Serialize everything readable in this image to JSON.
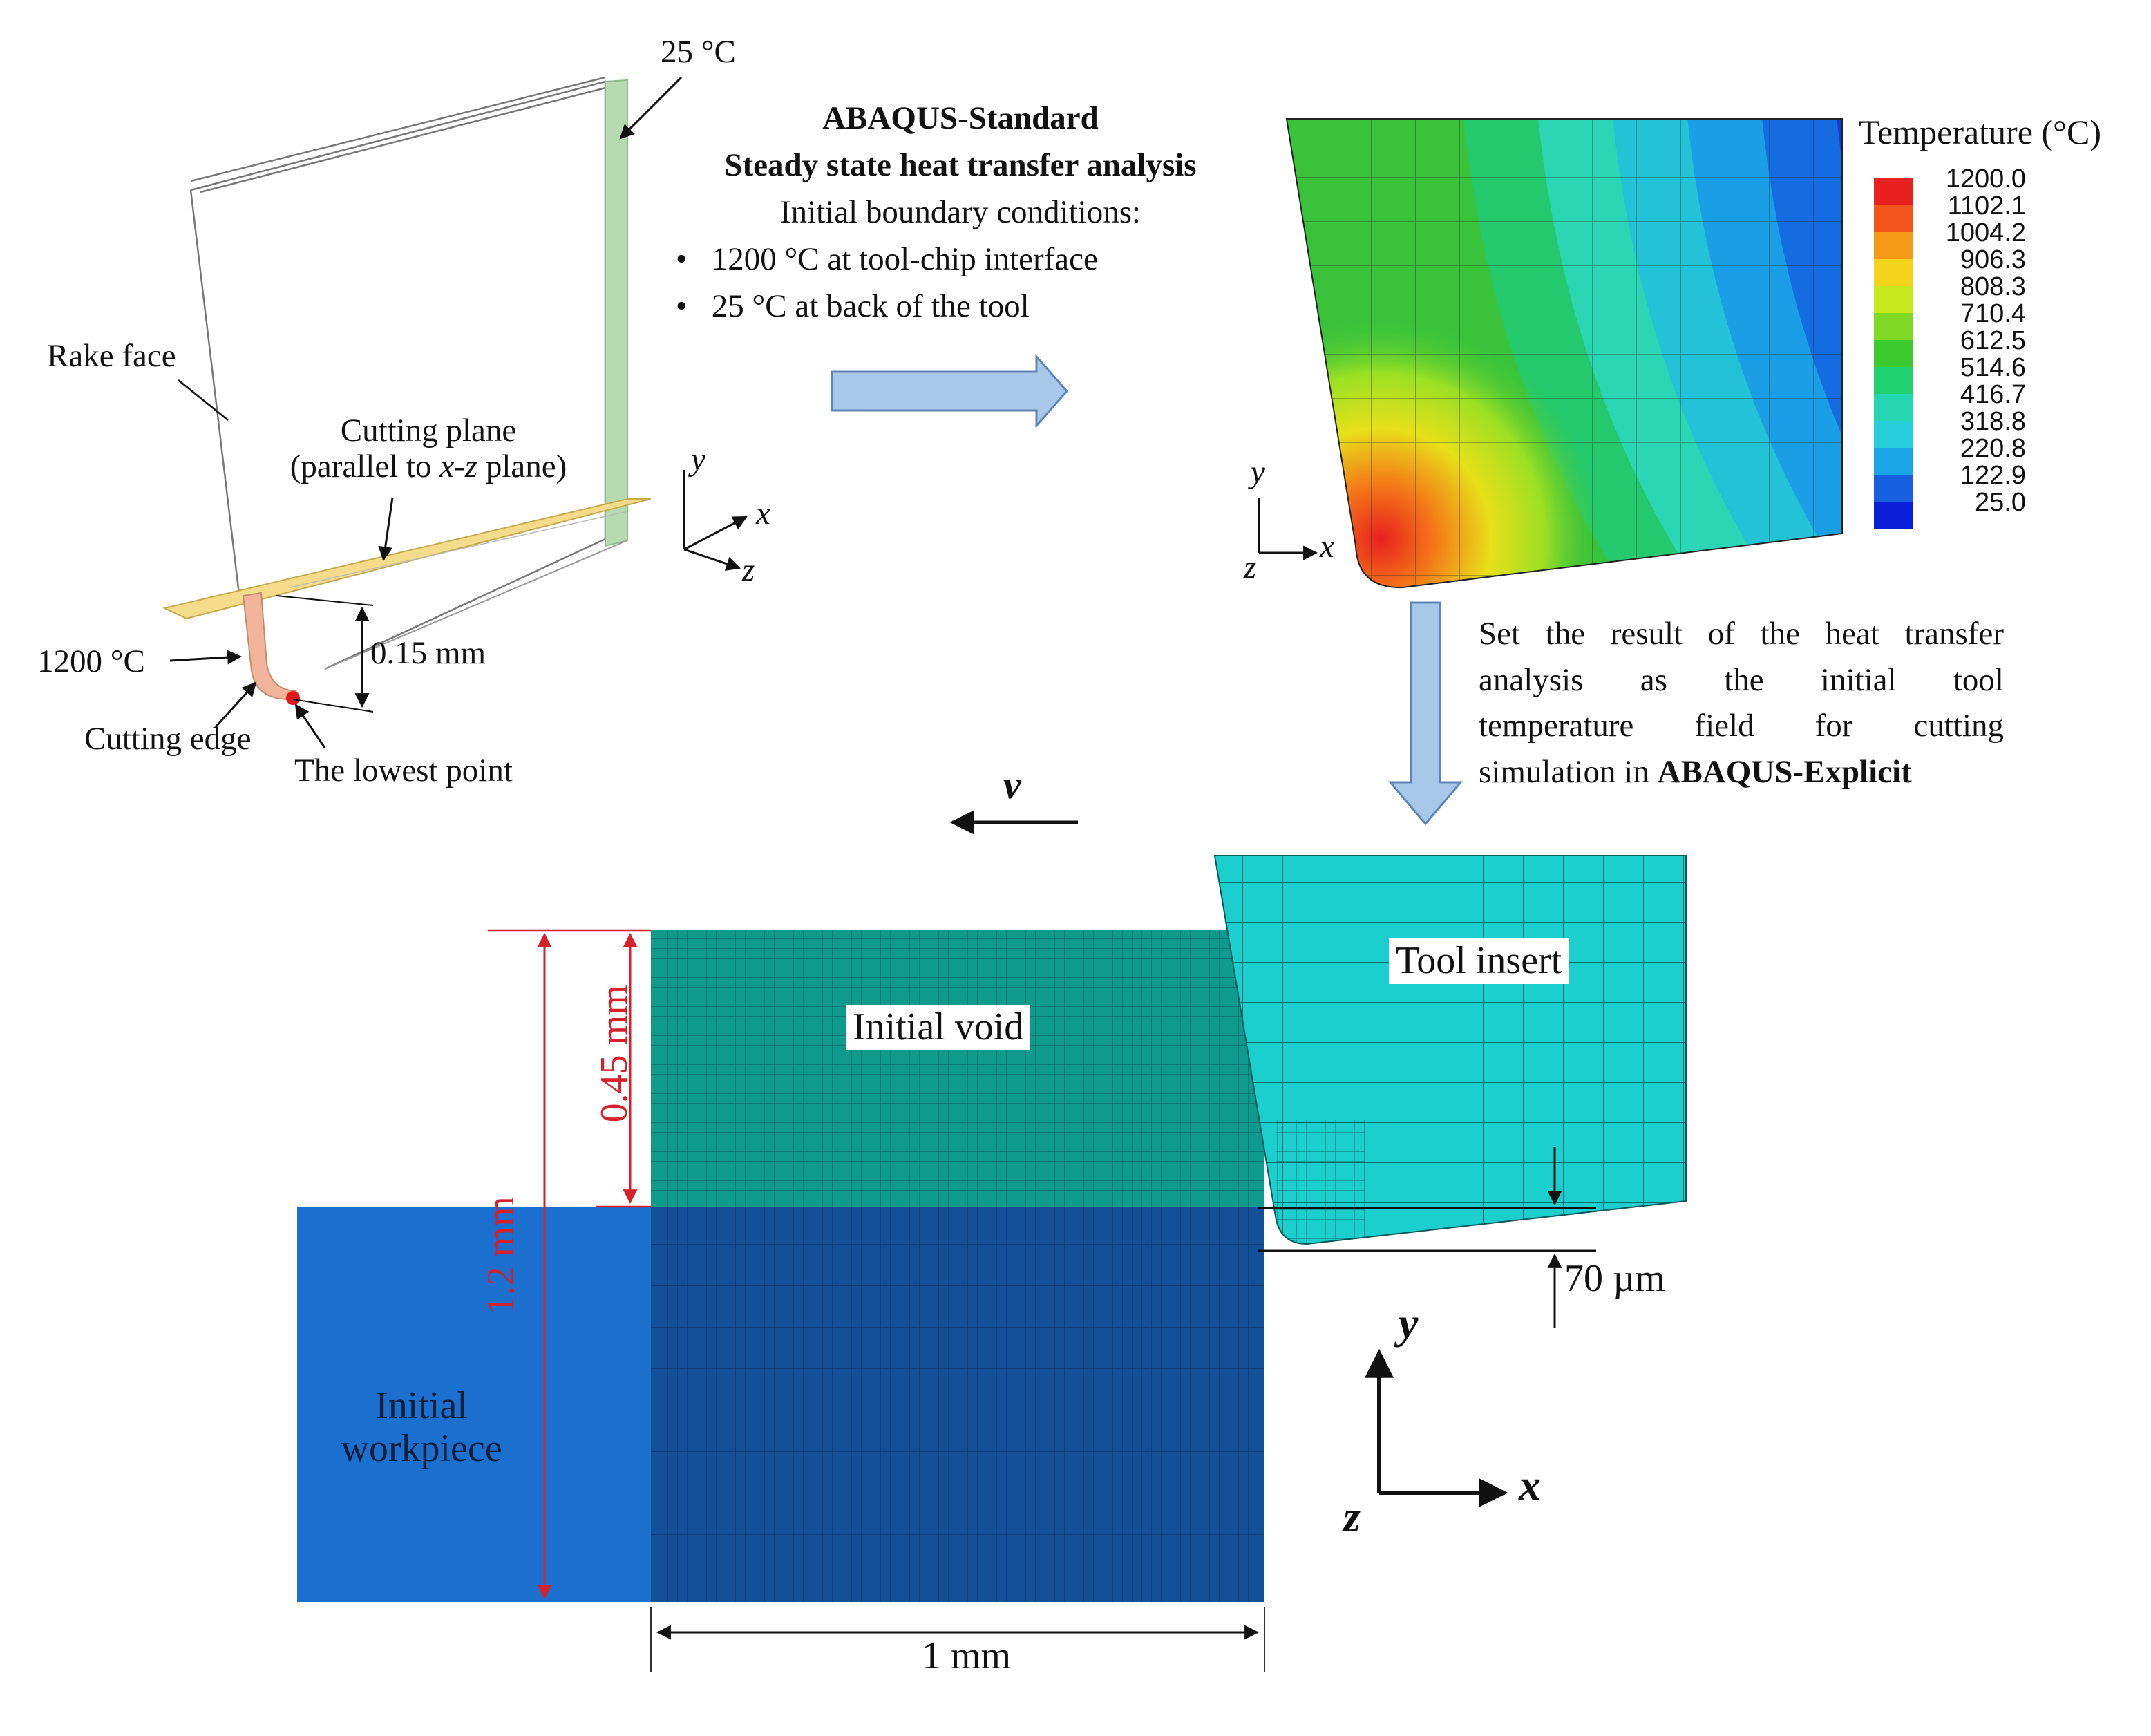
{
  "tool_model": {
    "temp_back_label": "25 °C",
    "rake_face_label": "Rake face",
    "cutting_plane_label": "Cutting plane",
    "cutting_plane_note_prefix": "(parallel to ",
    "cutting_plane_note_var": "x-z",
    "cutting_plane_note_suffix": " plane)",
    "temp_interface_label": "1200 °C",
    "thickness_label": "0.15 mm",
    "cutting_edge_label": "Cutting edge",
    "lowest_point_label": "The lowest point",
    "axis_y": "y",
    "axis_x": "x",
    "axis_z": "z"
  },
  "analysis": {
    "title": "ABAQUS-Standard",
    "subtitle": "Steady state heat transfer analysis",
    "conditions_heading": "Initial boundary conditions:",
    "conditions": [
      "1200 °C at tool-chip interface",
      "25 °C at back of the tool"
    ]
  },
  "temperature_map": {
    "legend_title": "Temperature (°C)",
    "legend_values": [
      "1200.0",
      "1102.1",
      "1004.2",
      "906.3",
      "808.3",
      "710.4",
      "612.5",
      "514.6",
      "416.7",
      "318.8",
      "220.8",
      "122.9",
      "25.0"
    ],
    "legend_colors": [
      "#e8201e",
      "#f4551a",
      "#f69a18",
      "#f3d41a",
      "#c7e81c",
      "#7fda26",
      "#3bcb2e",
      "#1fd06e",
      "#23d6b1",
      "#25cfd9",
      "#1aa6e6",
      "#1660e0",
      "#0a1ed8"
    ],
    "band_colors": [
      "#3ac33a",
      "#23c96c",
      "#2bd6b4",
      "#24c2d6",
      "#1a9ee6",
      "#156ce0",
      "#1040dc"
    ],
    "axis_y": "y",
    "axis_x": "x",
    "axis_z": "z"
  },
  "transfer_note": {
    "lines": [
      "Set the result of the heat transfer",
      "analysis as the initial tool",
      "temperature field for cutting"
    ],
    "last_line_prefix": "simulation in ",
    "last_line_bold": "ABAQUS-Explicit"
  },
  "cutting_sim": {
    "velocity_label": "v",
    "tool_label": "Tool insert",
    "void_label": "Initial void",
    "workpiece_label_line1": "Initial",
    "workpiece_label_line2": "workpiece",
    "height_total": "1.2 mm",
    "height_void": "0.45 mm",
    "width_label": "1 mm",
    "uncut_label": "70 µm",
    "axis_y": "y",
    "axis_x": "x",
    "axis_z": "z",
    "colors": {
      "void": "#0f9a8e",
      "workpiece": "#1b6fcf",
      "tool": "#1ccfcf",
      "dimension": "#d6202a"
    }
  }
}
